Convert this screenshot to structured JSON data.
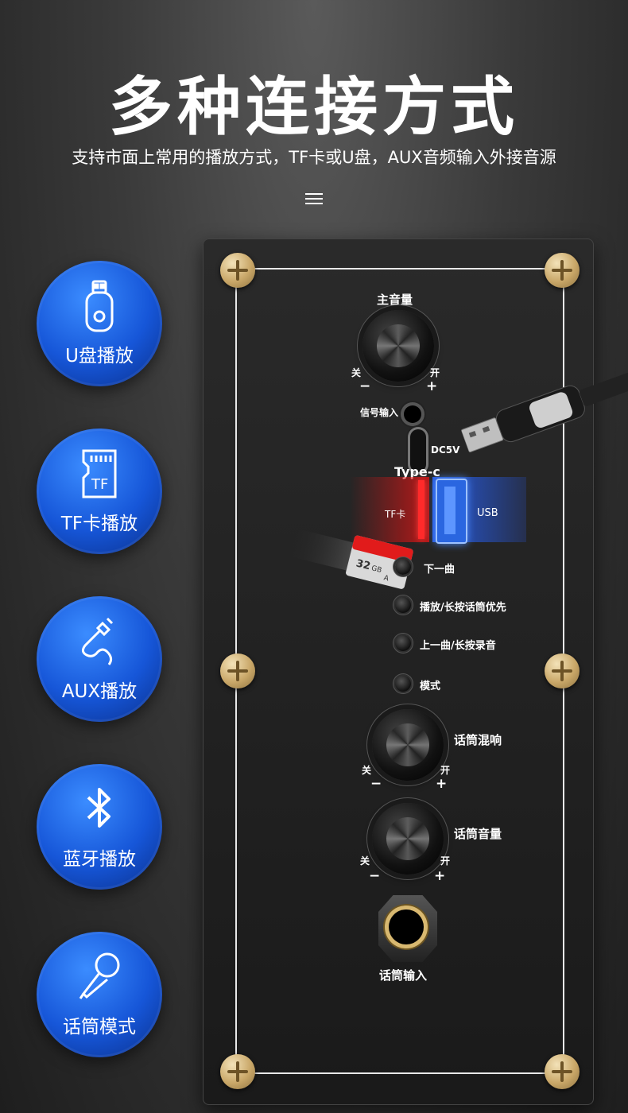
{
  "header": {
    "title": "多种连接方式",
    "subtitle": "支持市面上常用的播放方式，TF卡或U盘，AUX音频输入外接音源"
  },
  "features": [
    {
      "label": "U盘播放",
      "icon": "usb-drive-icon"
    },
    {
      "label": "TF卡播放",
      "icon": "tf-card-icon"
    },
    {
      "label": "AUX播放",
      "icon": "aux-cable-icon"
    },
    {
      "label": "蓝牙播放",
      "icon": "bluetooth-icon"
    },
    {
      "label": "话筒模式",
      "icon": "microphone-icon"
    }
  ],
  "panel": {
    "master_volume": {
      "label": "主音量",
      "off": "关",
      "on": "开",
      "minus": "−",
      "plus": "+"
    },
    "signal_input": "信号输入",
    "dc": "DC5V",
    "typec": "Type-c",
    "tf_slot": "TF卡",
    "usb_slot": "USB",
    "tf_card": {
      "size": "32",
      "unit": "GB",
      "class": "A"
    },
    "buttons": [
      "下一曲",
      "播放/长按话筒优先",
      "上一曲/长按录音",
      "模式"
    ],
    "mic_reverb": {
      "label": "话筒混响",
      "off": "关",
      "on": "开",
      "minus": "−",
      "plus": "+"
    },
    "mic_volume": {
      "label": "话筒音量",
      "off": "关",
      "on": "开",
      "minus": "−",
      "plus": "+"
    },
    "mic_input": "话筒输入"
  },
  "colors": {
    "accent_blue": "#1656d8",
    "tf_red": "#ff2a2a",
    "usb_blue": "#2a66e0",
    "screw_gold": "#c9a768"
  }
}
